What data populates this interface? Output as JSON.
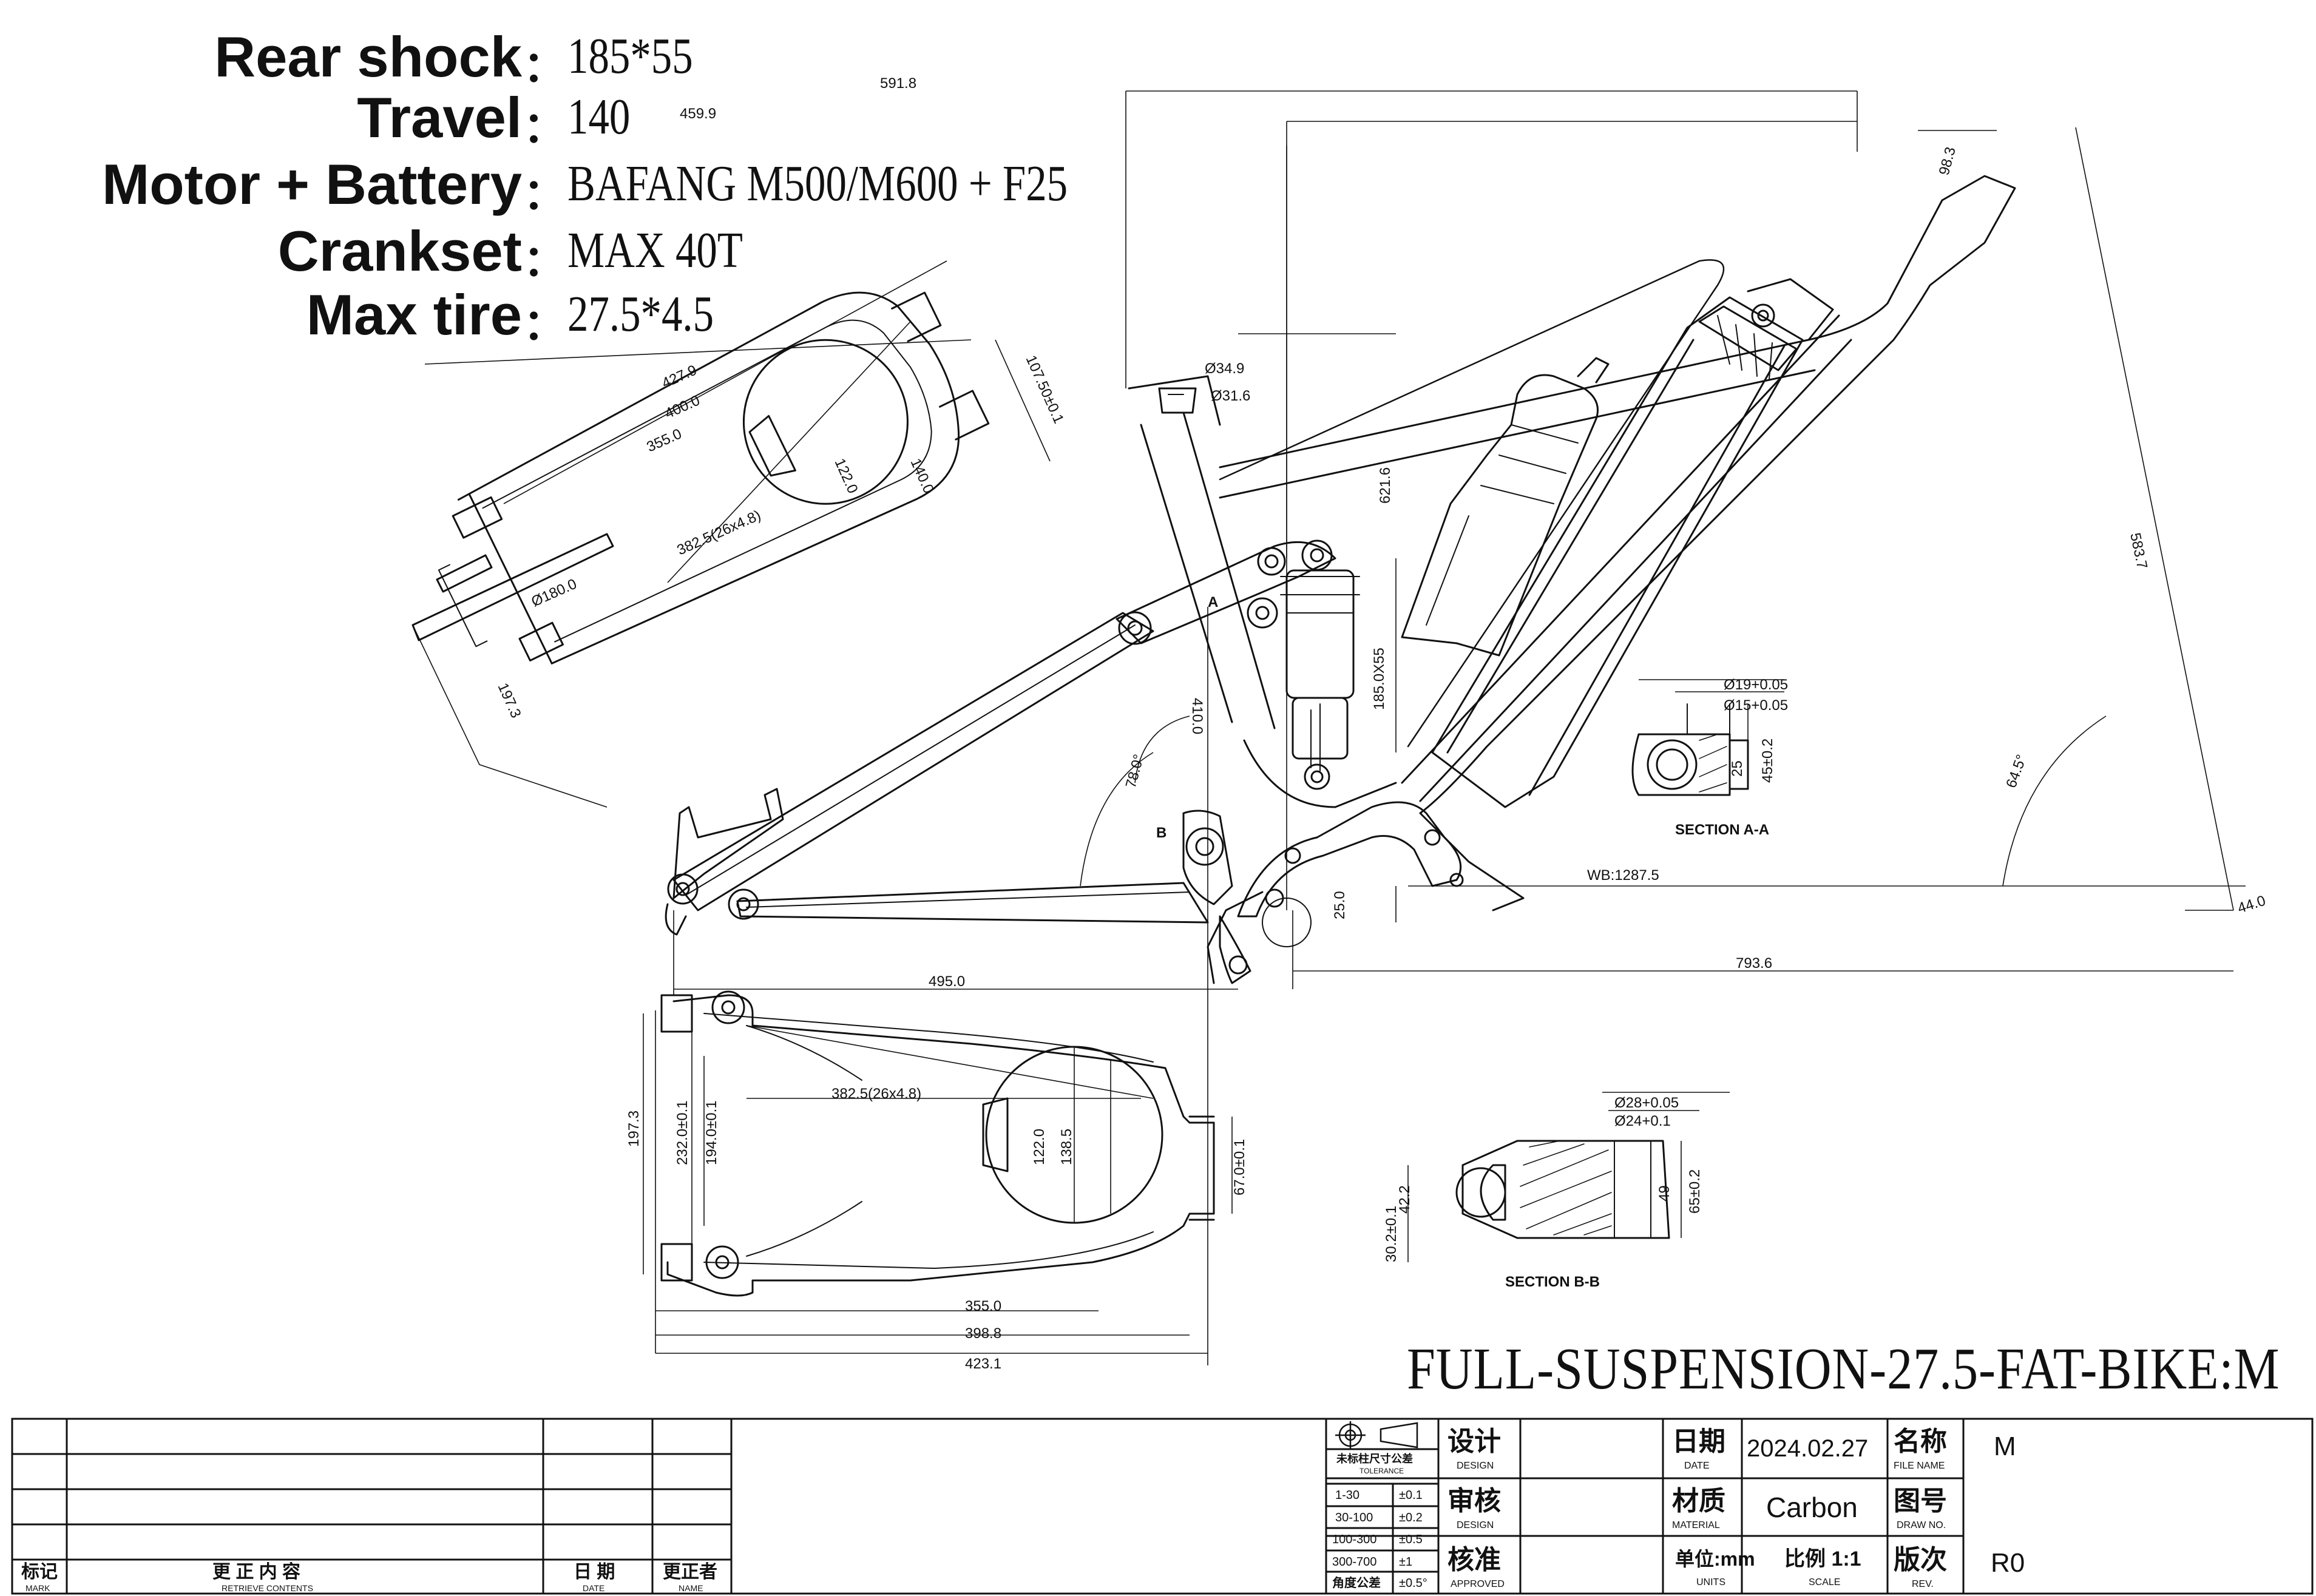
{
  "specs": {
    "rear_shock_label": "Rear shock",
    "rear_shock_value": "185*55",
    "travel_label": "Travel",
    "travel_value": "140",
    "motor_label": "Motor + Battery",
    "motor_value": "BAFANG M500/M600 + F25",
    "crankset_label": "Crankset",
    "crankset_value": "MAX 40T",
    "max_tire_label": "Max tire",
    "max_tire_value": "27.5*4.5",
    "colon": "："
  },
  "drawing_title": "FULL-SUSPENSION-27.5-FAT-BIKE:M",
  "dimensions": {
    "d591": "591.8",
    "d459": "459.9",
    "d98": "98.3",
    "d583": "583.7",
    "d621": "621.6",
    "d793": "793.6",
    "d495": "495.0",
    "d410": "410.0",
    "d185": "185.0X55",
    "d78": "78.0°",
    "d64": "64.5°",
    "d25": "25.0",
    "d44": "44.0",
    "d349": "Ø34.9",
    "d316": "Ø31.6",
    "wb": "WB:1287.5",
    "d427": "427.9",
    "d400": "400.0",
    "d355": "355.0",
    "d3825a": "382.5(26x4.8)",
    "d122a": "122.0",
    "d140a": "140.0",
    "d180": "Ø180.0",
    "d197a": "197.3",
    "d107": "107.50±0.1",
    "d3825b": "382.5(26x4.8)",
    "d197b": "197.3",
    "d232": "232.0±0.1",
    "d194": "194.0±0.1",
    "d122b": "122.0",
    "d138": "138.5",
    "d67": "67.0±0.1",
    "d355b": "355.0",
    "d398": "398.8",
    "d423": "423.1",
    "secA": "SECTION A-A",
    "secA_d19": "Ø19+0.05",
    "secA_d15": "Ø15+0.05",
    "secA_d25": "25",
    "secA_d45": "45±0.2",
    "secB": "SECTION B-B",
    "secB_d28": "Ø28+0.05",
    "secB_d24": "Ø24+0.1",
    "secB_d42": "42.2",
    "secB_d30": "30.2±0.1",
    "secB_d49": "49",
    "secB_d65": "65±0.2",
    "label_a": "A",
    "label_b": "B"
  },
  "title_block": {
    "design_cn": "设计",
    "design_en": "DESIGN",
    "review_cn": "审核",
    "review_en": "DESIGN",
    "approve_cn": "核准",
    "approve_en": "APPROVED",
    "date_cn": "日期",
    "date_en": "DATE",
    "date_value": "2024.02.27",
    "material_cn": "材质",
    "material_en": "MATERIAL",
    "material_value": "Carbon",
    "unit_cn": "单位:mm",
    "unit_en": "UNITS",
    "scale_cn": "比例 1:1",
    "scale_en": "SCALE",
    "filename_cn": "名称",
    "filename_en": "FILE NAME",
    "filename_value": "M",
    "drawno_cn": "图号",
    "drawno_en": "DRAW NO.",
    "rev_cn": "版次",
    "rev_en": "REV.",
    "rev_value": "R0",
    "tol_title_cn": "未标柱尺寸公差",
    "tol_title_en": "TOLERANCE",
    "tolerances": [
      {
        "range": "1-30",
        "tol": "±0.1"
      },
      {
        "range": "30-100",
        "tol": "±0.2"
      },
      {
        "range": "100-300",
        "tol": "±0.5"
      },
      {
        "range": "300-700",
        "tol": "±1"
      },
      {
        "range": "角度公差",
        "tol": "±0.5°"
      }
    ],
    "rev_table": {
      "mark_cn": "标记",
      "mark_en": "MARK",
      "contents_cn": "更 正 内 容",
      "contents_en": "RETRIEVE CONTENTS",
      "date_cn": "日 期",
      "date_en": "DATE",
      "name_cn": "更正者",
      "name_en": "NAME"
    }
  }
}
